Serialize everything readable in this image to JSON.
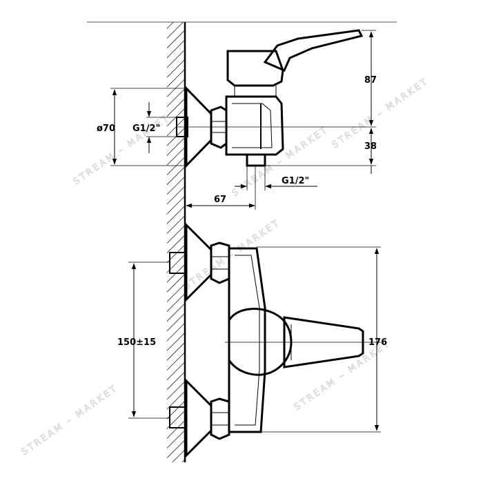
{
  "drawing": {
    "dimensions": {
      "flange_diameter": "ø70",
      "inlet_thread_side": "G1/2\"",
      "top_height": "87",
      "outlet_height": "38",
      "outlet_thread": "G1/2\"",
      "projection": "67",
      "inlet_spacing": "150±15",
      "total_height": "176"
    },
    "watermark": "STREAM – MARKET"
  }
}
